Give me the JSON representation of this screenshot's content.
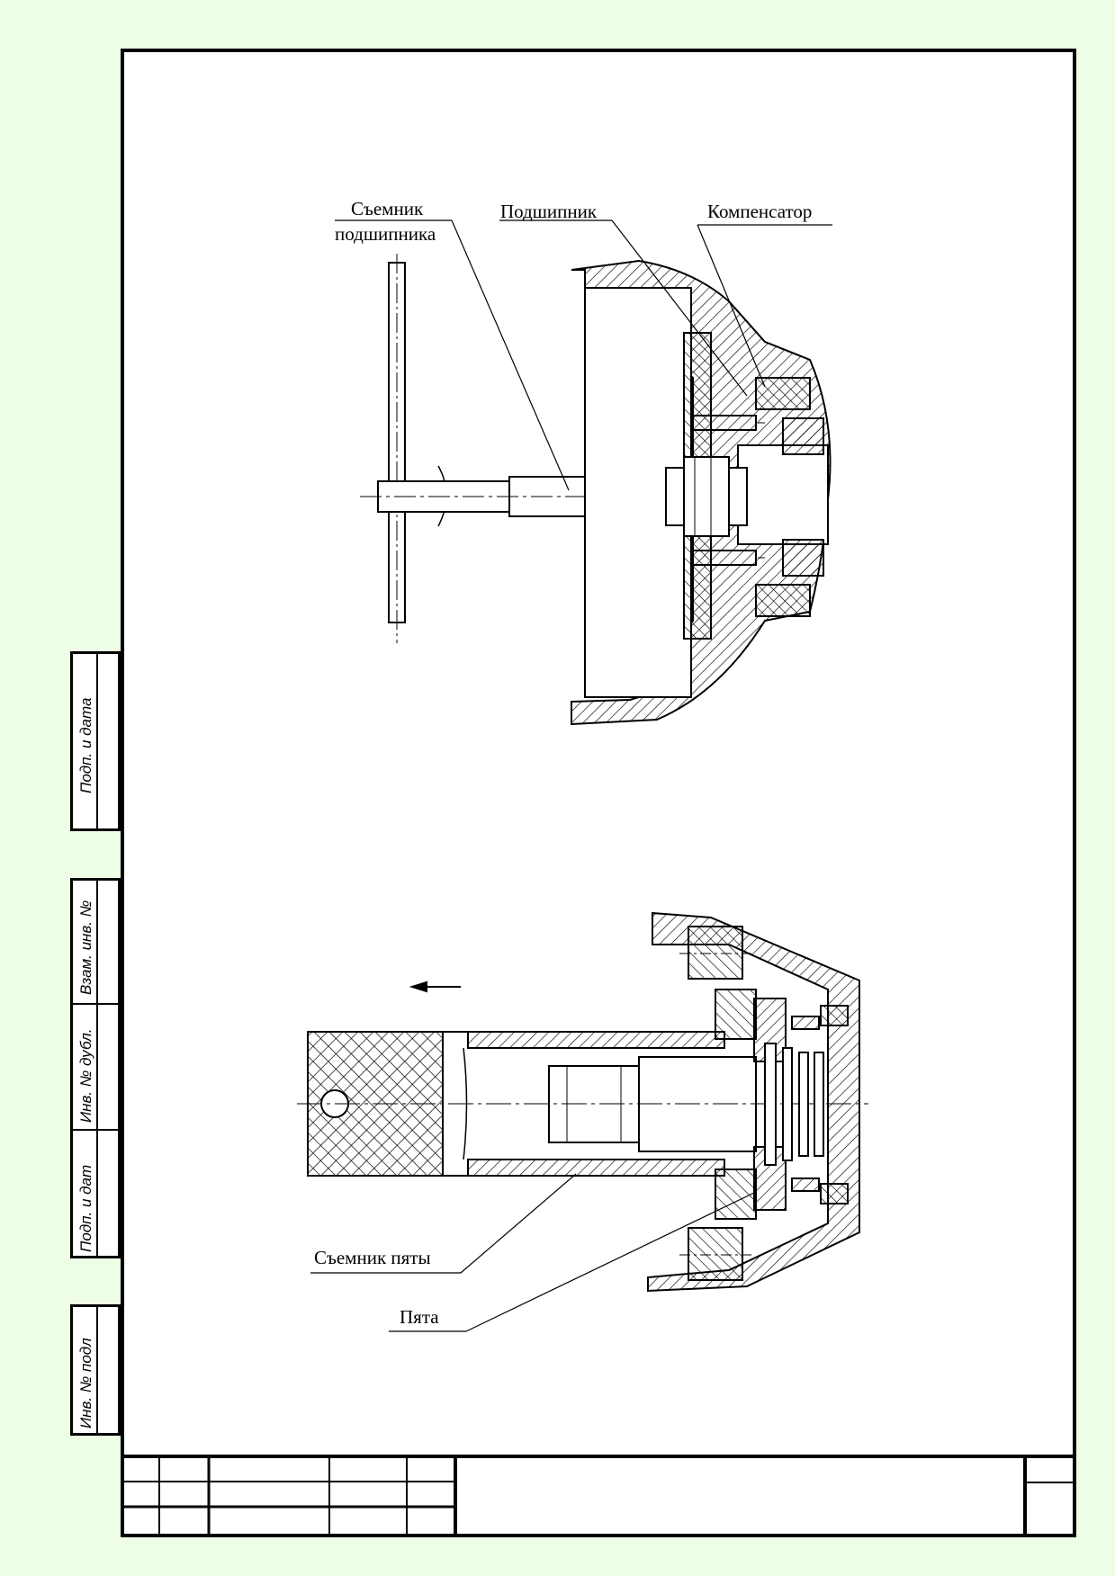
{
  "colors": {
    "background": "#eefde6",
    "sheet": "#ffffff",
    "ink": "#000000"
  },
  "labels": {
    "bearing_puller": [
      "Съемник",
      "подшипника"
    ],
    "bearing": "Подшипник",
    "compensator": "Компенсатор",
    "heel_puller": "Съемник пяты",
    "heel": "Пята"
  },
  "side_stamp": {
    "sign_date_1": "Подп. и дата",
    "replaced_inv": "Взам. инв. №",
    "dup_inv": "Инв. № дубл.",
    "sign_date_2": "Подп. и дат",
    "original_inv": "Инв. № подл"
  }
}
